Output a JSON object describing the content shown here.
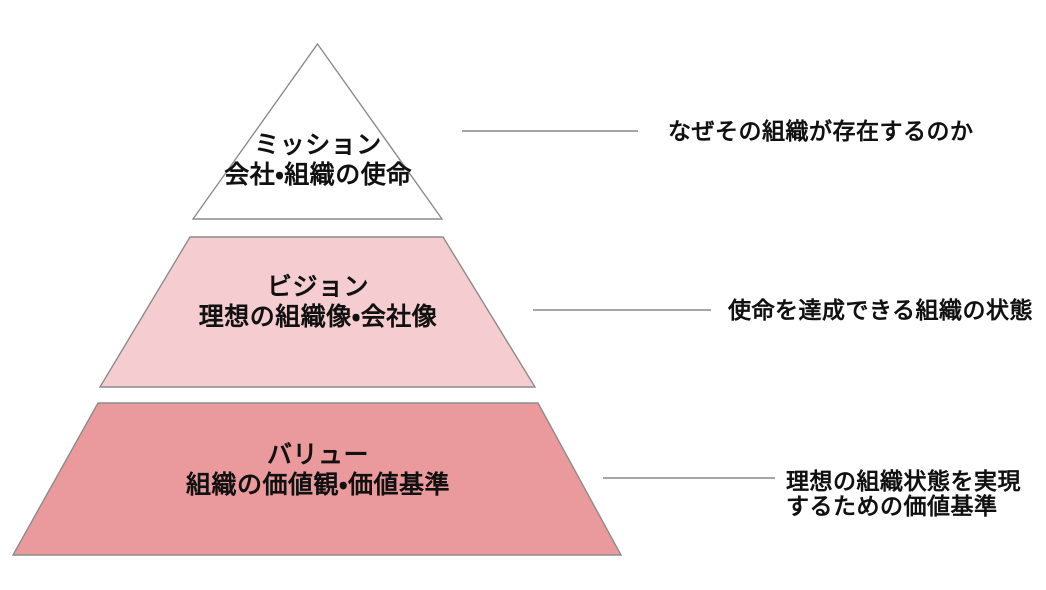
{
  "canvas": {
    "background_color": "#ffffff",
    "border_color": "#8c8c8c",
    "connector_color": "#a6a6a6",
    "text_color": "#111111"
  },
  "pyramid": {
    "levels": [
      {
        "id": "mission",
        "title": "ミッション",
        "subtitle": "会社・組織の使命",
        "fill": "#ffffff",
        "annotation": "なぜその組織が存在するのか"
      },
      {
        "id": "vision",
        "title": "ビジョン",
        "subtitle": "理想の組織像・会社像",
        "fill": "#f5cccf",
        "annotation": "使命を達成できる組織の状態"
      },
      {
        "id": "value",
        "title": "バリュー",
        "subtitle": "組織の価値観・価値基準",
        "fill": "#ea999c",
        "annotation": "理想の組織状態を実現\nするための価値基準"
      }
    ]
  }
}
